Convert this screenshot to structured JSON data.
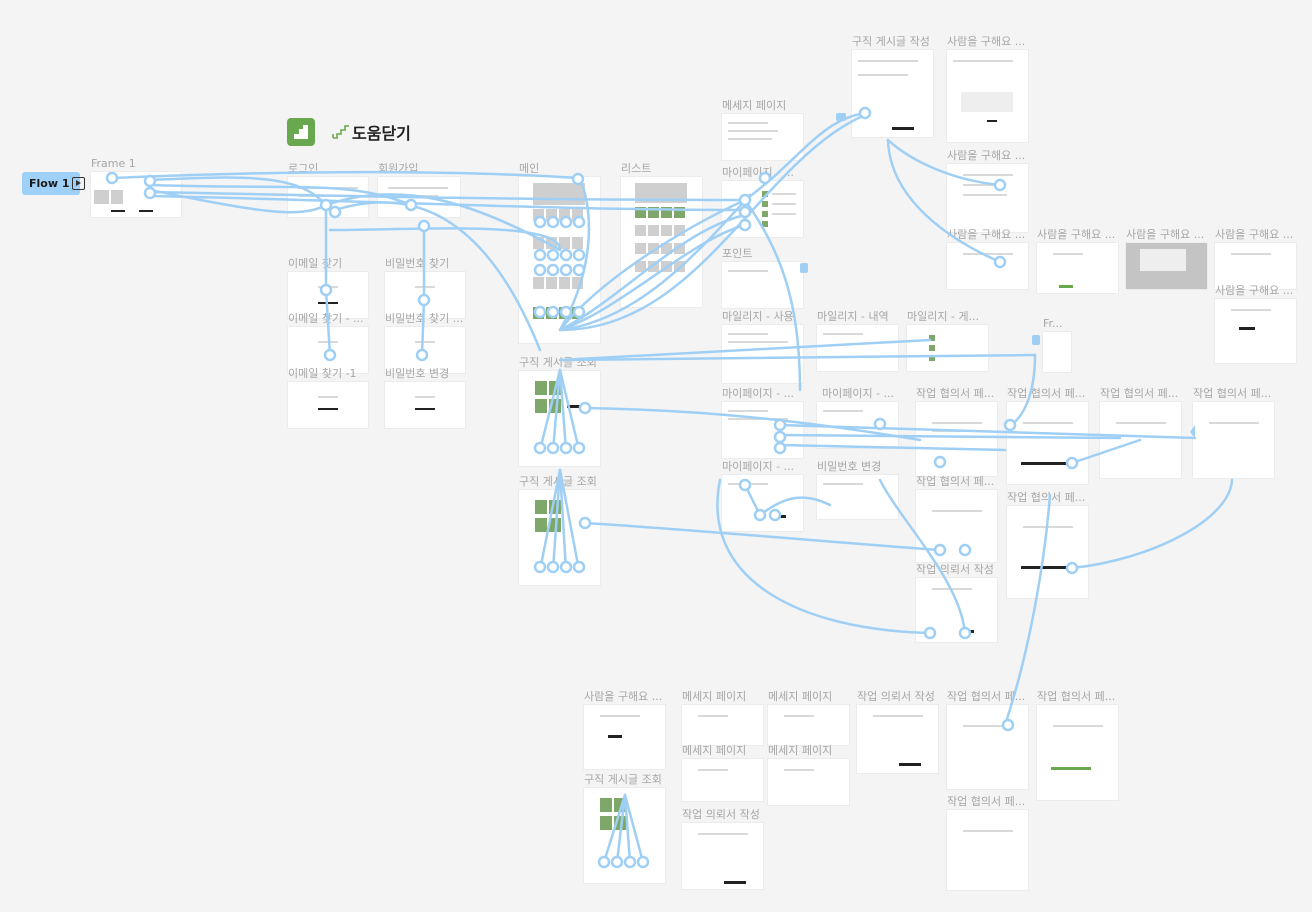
{
  "flow": {
    "label": "Flow 1"
  },
  "brand": {
    "name": "도움닫기"
  },
  "frames": [
    {
      "id": "frame1",
      "label": "Frame 1"
    },
    {
      "id": "login",
      "label": "로그인"
    },
    {
      "id": "signup",
      "label": "회원가입"
    },
    {
      "id": "main",
      "label": "메인"
    },
    {
      "id": "list",
      "label": "리스트"
    },
    {
      "id": "msg",
      "label": "메세지 페이지"
    },
    {
      "id": "mypage1",
      "label": "마이페이지 - ..."
    },
    {
      "id": "point",
      "label": "포인트"
    },
    {
      "id": "mile_use",
      "label": "마일리지 - 사용"
    },
    {
      "id": "mile_hist",
      "label": "마일리지 - 내역"
    },
    {
      "id": "mile_post",
      "label": "마일리지 - 게..."
    },
    {
      "id": "mypage2",
      "label": "마이페이지 - ..."
    },
    {
      "id": "mypage3",
      "label": "마이페이지 - ..."
    },
    {
      "id": "mypage4",
      "label": "마이페이지 - ..."
    },
    {
      "id": "pwchange2",
      "label": "비밀번호 변경"
    },
    {
      "id": "email",
      "label": "이메일 찾기"
    },
    {
      "id": "email2",
      "label": "이메일 찾기 - ..."
    },
    {
      "id": "email3",
      "label": "이메일 찾기 -1"
    },
    {
      "id": "pw",
      "label": "비밀번호 찾기"
    },
    {
      "id": "pw2",
      "label": "비밀번호 찾기 ..."
    },
    {
      "id": "pwchange",
      "label": "비밀번호 변경"
    },
    {
      "id": "job1",
      "label": "구직 게시글 조회"
    },
    {
      "id": "job2",
      "label": "구직 게시글 조회"
    },
    {
      "id": "jobwrite",
      "label": "구직 게시글 작성"
    },
    {
      "id": "hire1",
      "label": "사람을 구해요 ..."
    },
    {
      "id": "hire2",
      "label": "사람을 구해요 ..."
    },
    {
      "id": "hire3",
      "label": "사람을 구해요 ..."
    },
    {
      "id": "hire4",
      "label": "사람을 구해요 ..."
    },
    {
      "id": "hire5",
      "label": "사람을 구해요 ..."
    },
    {
      "id": "hire6",
      "label": "사람을 구해요 ..."
    },
    {
      "id": "hire7",
      "label": "사람을 구해요 ..."
    },
    {
      "id": "fr",
      "label": "Fr..."
    },
    {
      "id": "agree1",
      "label": "작업 협의서 페..."
    },
    {
      "id": "agree2",
      "label": "작업 협의서 페..."
    },
    {
      "id": "agree3",
      "label": "작업 협의서 페..."
    },
    {
      "id": "agree4",
      "label": "작업 협의서 페..."
    },
    {
      "id": "agree5",
      "label": "작업 협의서 페..."
    },
    {
      "id": "agree6",
      "label": "작업 협의서 페..."
    },
    {
      "id": "reqwrite",
      "label": "작업 의뢰서 작성"
    },
    {
      "id": "b_hire",
      "label": "사람을 구해요 ..."
    },
    {
      "id": "b_msg1",
      "label": "메세지 페이지"
    },
    {
      "id": "b_msg2",
      "label": "메세지 페이지"
    },
    {
      "id": "b_msg3",
      "label": "메세지 페이지"
    },
    {
      "id": "b_msg4",
      "label": "메세지 페이지"
    },
    {
      "id": "b_req1",
      "label": "작업 의뢰서 작성"
    },
    {
      "id": "b_agree1",
      "label": "작업 협의서 페..."
    },
    {
      "id": "b_agree2",
      "label": "작업 협의서 페..."
    },
    {
      "id": "b_agree3",
      "label": "작업 협의서 페..."
    },
    {
      "id": "b_job",
      "label": "구직 게시글 조회"
    },
    {
      "id": "b_req2",
      "label": "작업 의뢰서 작성"
    }
  ],
  "colors": {
    "wire": "#9fcff5",
    "canvas": "#f4f4f4",
    "brand": "#6aa84f",
    "flow_badge": "#9fd0f7"
  }
}
